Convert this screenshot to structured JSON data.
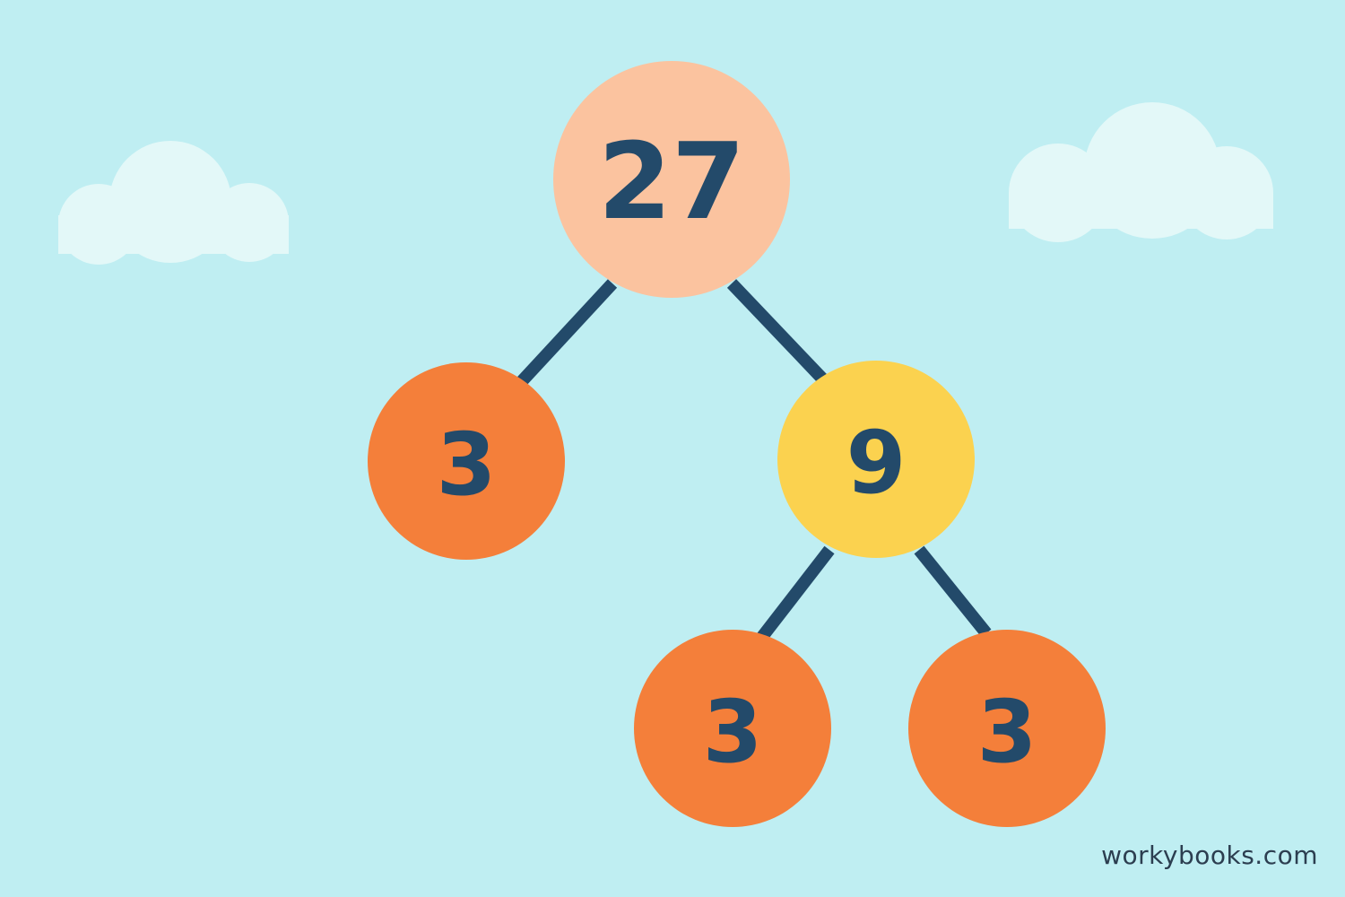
{
  "colors": {
    "background": "#bfeef2",
    "cloud": "#e3f8f8",
    "edge": "#234a6a",
    "text": "#234a6a",
    "root_fill": "#fbc39f",
    "prime_fill": "#f47f3a",
    "composite_fill": "#fbd24f"
  },
  "tree": {
    "root": {
      "label": "27"
    },
    "left": {
      "label": "3"
    },
    "right": {
      "label": "9"
    },
    "right_left": {
      "label": "3"
    },
    "right_right": {
      "label": "3"
    }
  },
  "watermark": "workybooks.com"
}
